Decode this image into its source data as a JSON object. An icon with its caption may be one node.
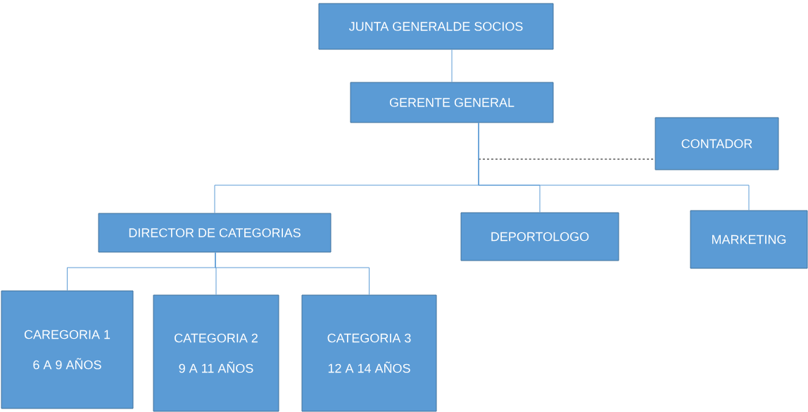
{
  "diagram": {
    "nodes": [
      {
        "text": [
          "JUNTA GENERALDE SOCIOS"
        ]
      },
      {
        "text": [
          "GERENTE GENERAL"
        ]
      },
      {
        "text": [
          "CONTADOR"
        ]
      },
      {
        "text": [
          "DIRECTOR DE CATEGORIAS"
        ]
      },
      {
        "text": [
          "DEPORTOLOGO"
        ]
      },
      {
        "text": [
          "MARKETING"
        ]
      },
      {
        "text": [
          "CAREGORIA 1",
          "6 A 9 AÑOS"
        ]
      },
      {
        "text": [
          "CATEGORIA 2",
          "9 A 11 AÑOS"
        ]
      },
      {
        "text": [
          "CATEGORIA 3",
          "12 A 14 AÑOS"
        ]
      }
    ],
    "edges": [
      {
        "from": 0,
        "to": 1,
        "arrow": "none"
      },
      {
        "from": 1,
        "to": 2,
        "arrow": "none",
        "style": "dashed",
        "color": "#000000"
      },
      {
        "from": 1,
        "to": 3,
        "arrow": "none"
      },
      {
        "from": 1,
        "to": 4,
        "arrow": "none"
      },
      {
        "from": 1,
        "to": 5,
        "arrow": "none"
      },
      {
        "from": 3,
        "to": 6,
        "arrow": "none"
      },
      {
        "from": 3,
        "to": 7,
        "arrow": "none"
      },
      {
        "from": 3,
        "to": 8,
        "arrow": "none"
      }
    ]
  }
}
